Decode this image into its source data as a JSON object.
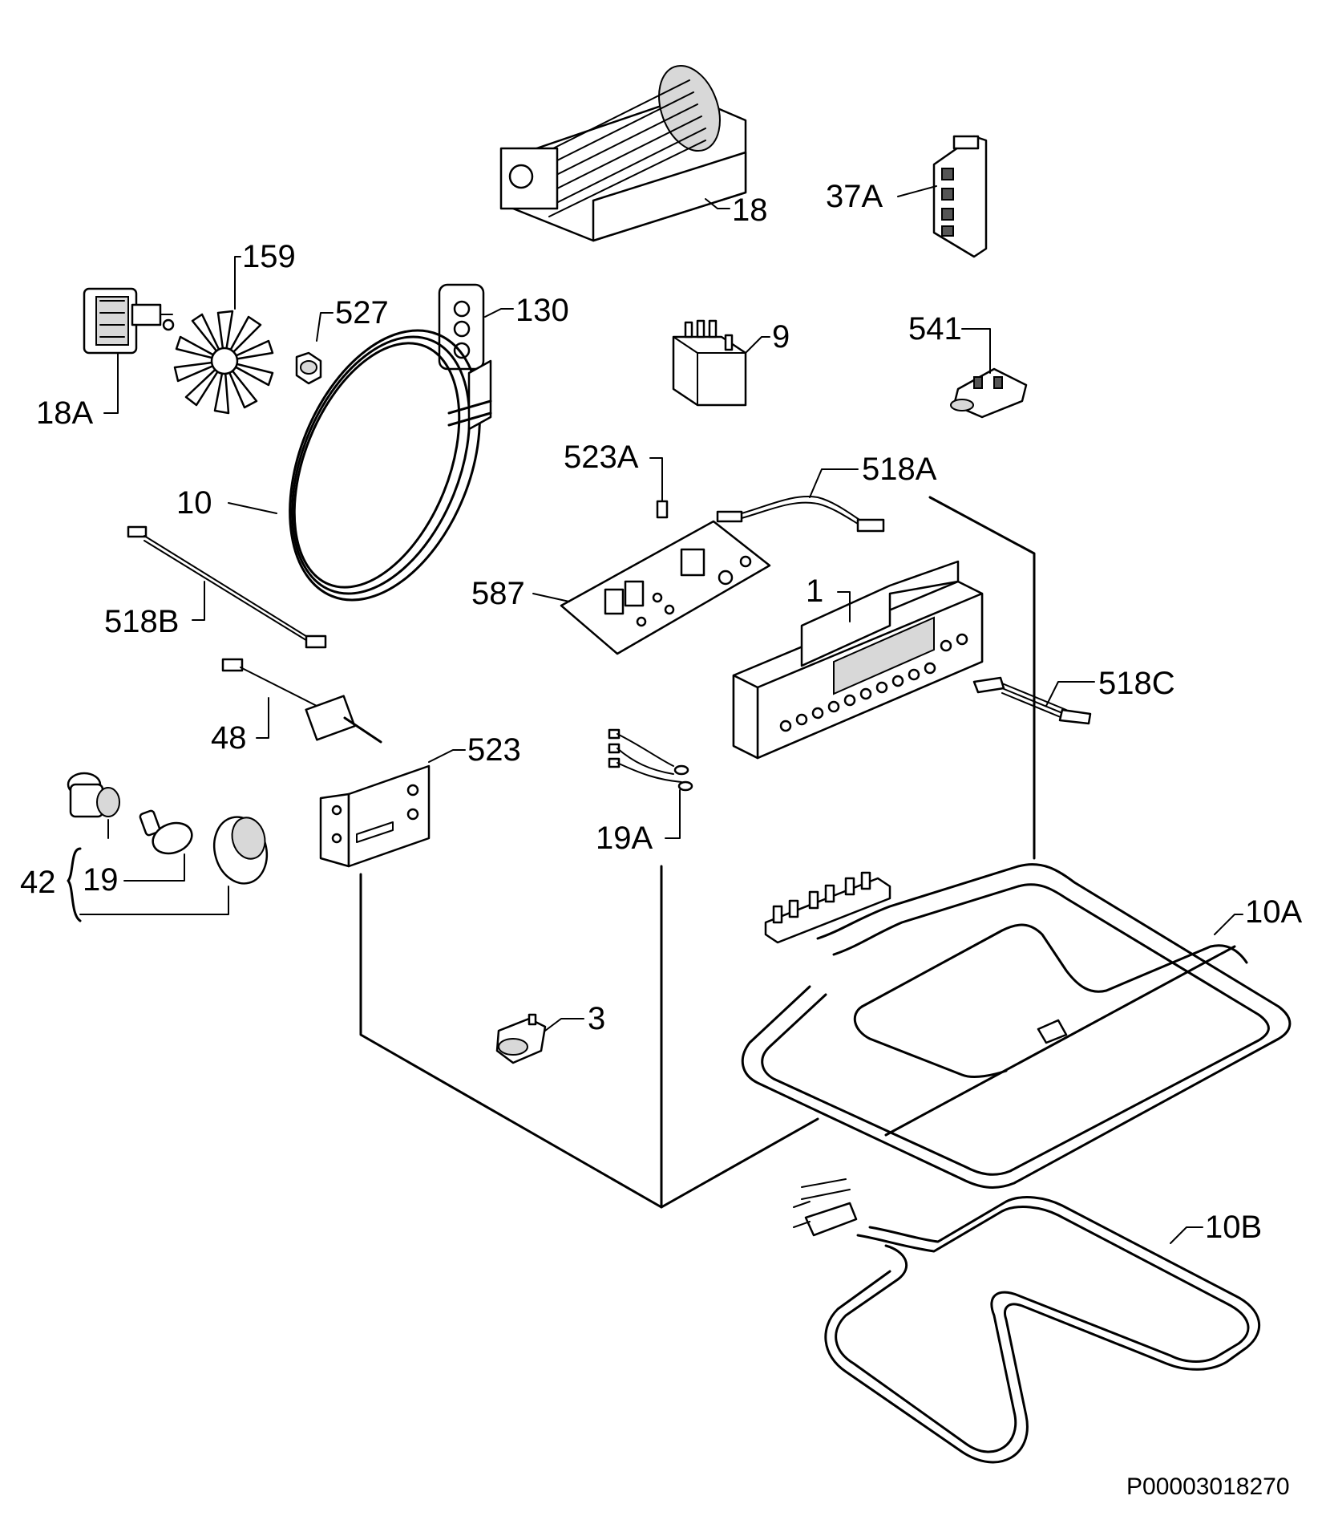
{
  "parts": [
    {
      "id": "p18",
      "label": "18"
    },
    {
      "id": "p37a",
      "label": "37A"
    },
    {
      "id": "p159",
      "label": "159"
    },
    {
      "id": "p527",
      "label": "527"
    },
    {
      "id": "p130",
      "label": "130"
    },
    {
      "id": "p9",
      "label": "9"
    },
    {
      "id": "p541",
      "label": "541"
    },
    {
      "id": "p18a",
      "label": "18A"
    },
    {
      "id": "p523a",
      "label": "523A"
    },
    {
      "id": "p518a",
      "label": "518A"
    },
    {
      "id": "p10",
      "label": "10"
    },
    {
      "id": "p587",
      "label": "587"
    },
    {
      "id": "p1",
      "label": "1"
    },
    {
      "id": "p518b",
      "label": "518B"
    },
    {
      "id": "p518c",
      "label": "518C"
    },
    {
      "id": "p48",
      "label": "48"
    },
    {
      "id": "p523",
      "label": "523"
    },
    {
      "id": "p19a",
      "label": "19A"
    },
    {
      "id": "p42",
      "label": "42"
    },
    {
      "id": "p19",
      "label": "19"
    },
    {
      "id": "p10a",
      "label": "10A"
    },
    {
      "id": "p3",
      "label": "3"
    },
    {
      "id": "p10b",
      "label": "10B"
    }
  ],
  "drawing_code": "P00003018270"
}
